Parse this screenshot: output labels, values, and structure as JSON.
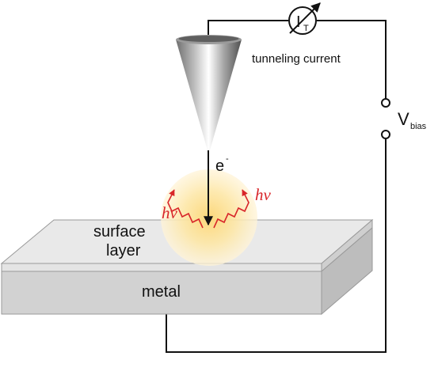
{
  "labels": {
    "current_symbol": "I",
    "current_subscript": "T",
    "tunneling_current": "tunneling current",
    "bias_symbol": "V",
    "bias_subscript": "bias",
    "electron": "e",
    "electron_superscript": "-",
    "photon_symbol": "hν",
    "surface_line1": "surface",
    "surface_line2": "layer",
    "metal": "metal"
  },
  "colors": {
    "wire": "#111111",
    "photon": "#d8262a",
    "glow_center": "#fcd77a",
    "slab_top": "#e9e9e9",
    "slab_front": "#d2d2d2",
    "slab_side": "#bdbdbd"
  }
}
